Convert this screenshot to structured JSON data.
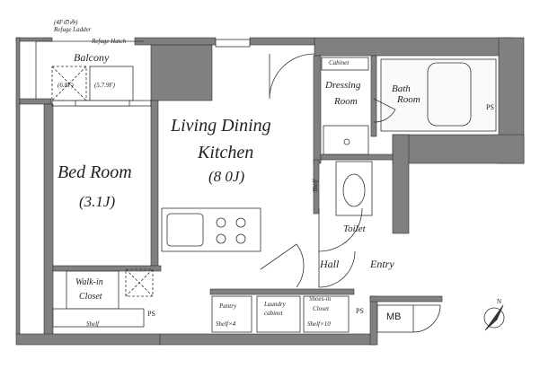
{
  "labels": {
    "refuge_ladder": "(4F のみ)\nRefuge Ladder",
    "refuge_ladder_l1": "(4Fのみ)",
    "refuge_ladder_l2": "Refuge Ladder",
    "refuge_hatch": "Refuge Hatch",
    "balcony": "Balcony",
    "balcony_left_height": "(6.8F)",
    "balcony_right_height": "(5.7.9F)",
    "cabinet": "Cabinet",
    "dressing_room_1": "Dressing",
    "dressing_room_2": "Room",
    "bath_room_1": "Bath",
    "bath_room_2": "Room",
    "ps_right": "PS",
    "ldk_1": "Living Dining",
    "ldk_2": "Kitchen",
    "ldk_size": "(8 0J)",
    "bed_room": "Bed Room",
    "bed_size": "(3.1J)",
    "shelf_side": "Shelf",
    "toilet": "Toilet",
    "hall": "Hall",
    "entry": "Entry",
    "walk_in_1": "Walk-in",
    "walk_in_2": "Closet",
    "ps_left": "PS",
    "shelf_bottom": "Shelf",
    "pantry": "Pantry",
    "pantry_shelf": "Shelf×4",
    "laundry_1": "Laundry",
    "laundry_2": "cabinet",
    "shoes_1": "Shoes-in",
    "shoes_2": "Closet",
    "shoes_shelf": "Shelf×10",
    "ps_center": "PS",
    "mb": "MB",
    "north": "N"
  },
  "colors": {
    "wall": "#7f7f7f",
    "line": "#333333",
    "floor": "#ffffff",
    "fixture_fill": "#f2f2f2"
  }
}
